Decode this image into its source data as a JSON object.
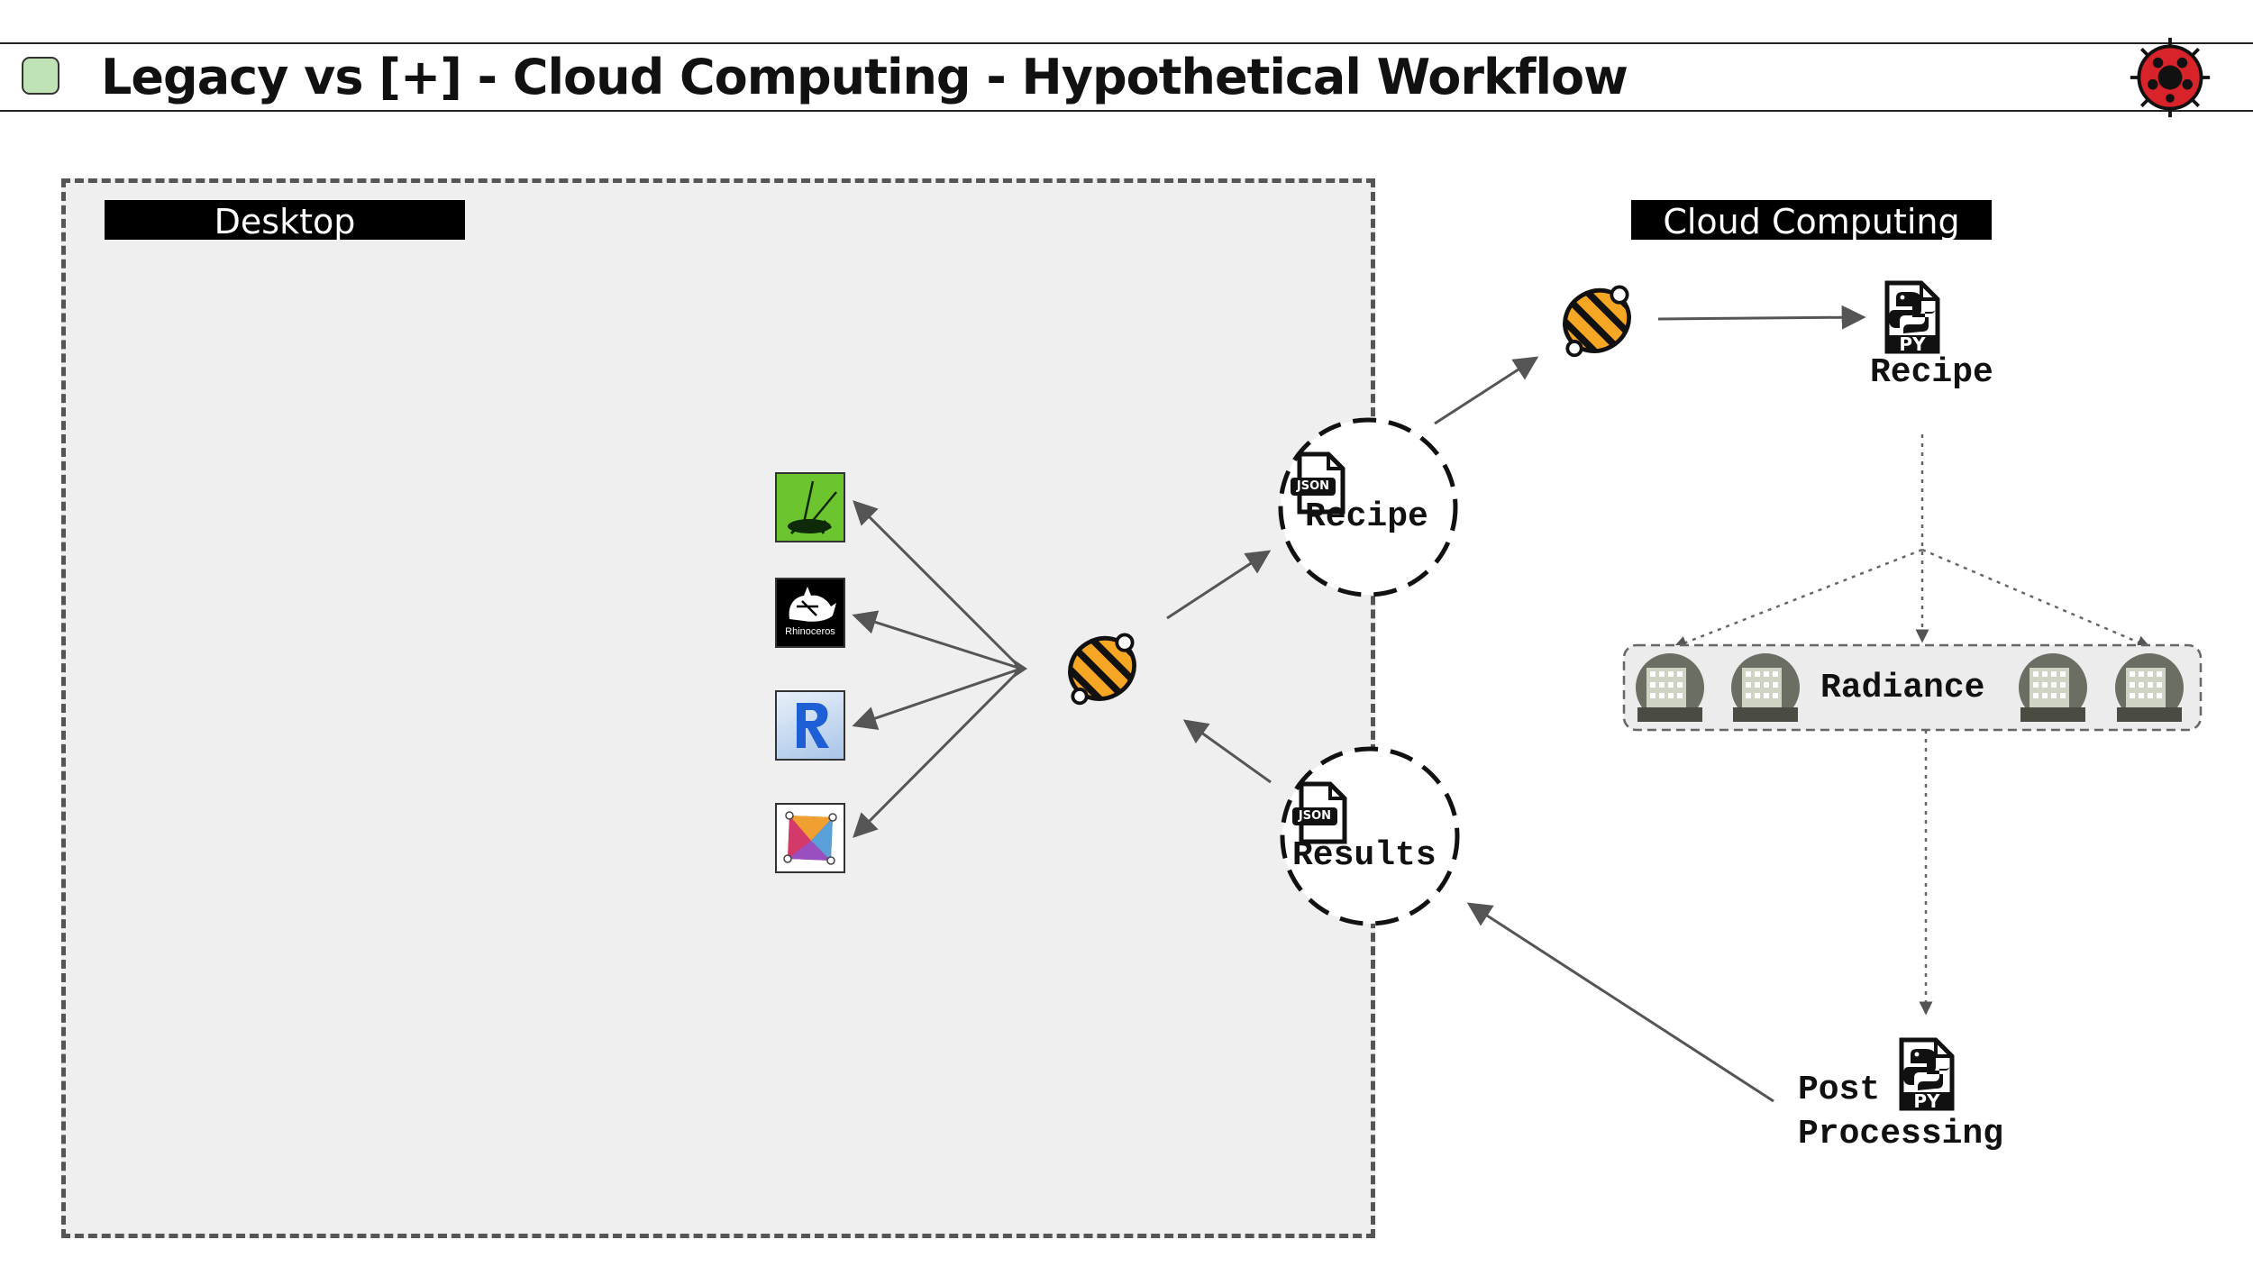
{
  "title": "Legacy vs [+] - Cloud Computing - Hypothetical Workflow",
  "zones": {
    "desktop_label": "Desktop",
    "cloud_label": "Cloud Computing"
  },
  "nodes": {
    "recipe_json_badge": "JSON",
    "recipe_json_label": "Recipe",
    "results_json_badge": "JSON",
    "results_json_label": "Results",
    "cloud_recipe_badge": "PY",
    "cloud_recipe_label": "Recipe",
    "radiance_label": "Radiance",
    "post_badge": "PY",
    "post_label_line1": "Post",
    "post_label_line2": "Processing",
    "rhino_caption": "Rhinoceros"
  },
  "icons": [
    "title-square-icon",
    "ladybug-logo-icon",
    "grasshopper-icon",
    "rhinoceros-icon",
    "revit-icon",
    "dynamo-icon",
    "honeybee-icon",
    "json-file-icon",
    "python-file-icon",
    "radiance-building-icon"
  ],
  "colors": {
    "desktop_bg": "#efefef",
    "title_square": "#bfe3b4",
    "honeybee_orange": "#f5a623",
    "logo_red": "#d8232a"
  }
}
